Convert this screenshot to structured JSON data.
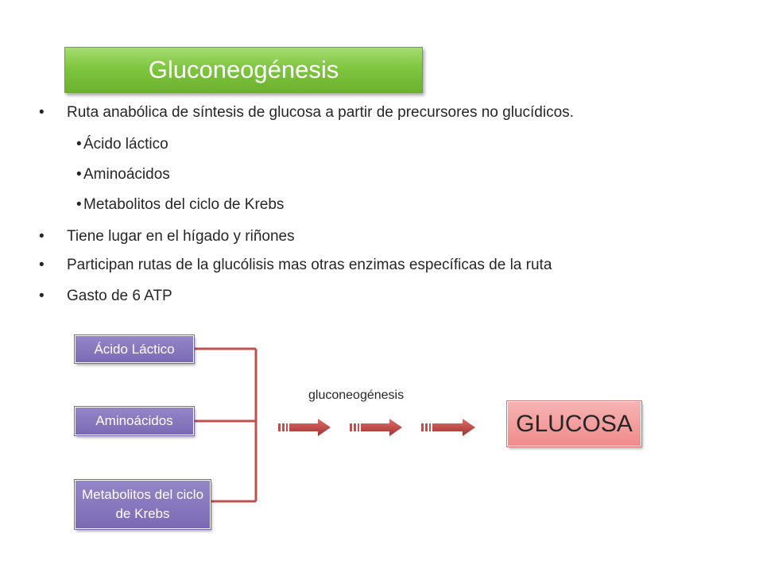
{
  "title": "Gluconeogénesis",
  "bullets": [
    "Ruta anabólica de síntesis de glucosa a partir de precursores no glucídicos.",
    "Ácido láctico",
    "Aminoácidos",
    "Metabolitos del ciclo de Krebs",
    "Tiene lugar en el hígado y riñones",
    "Participan rutas de la glucólisis mas otras enzimas específicas de la ruta",
    "Gasto de 6 ATP"
  ],
  "bullet_char": "•",
  "diagram": {
    "precursors": [
      "Ácido Láctico",
      "Aminoácidos",
      "Metabolitos del ciclo de Krebs"
    ],
    "process_label": "gluconeogénesis",
    "product": "GLUCOSA"
  },
  "colors": {
    "title_green": "#7fc63f",
    "precursor_purple": "#8070bb",
    "product_pink": "#f29a9a",
    "connector_red": "#c0504d"
  }
}
